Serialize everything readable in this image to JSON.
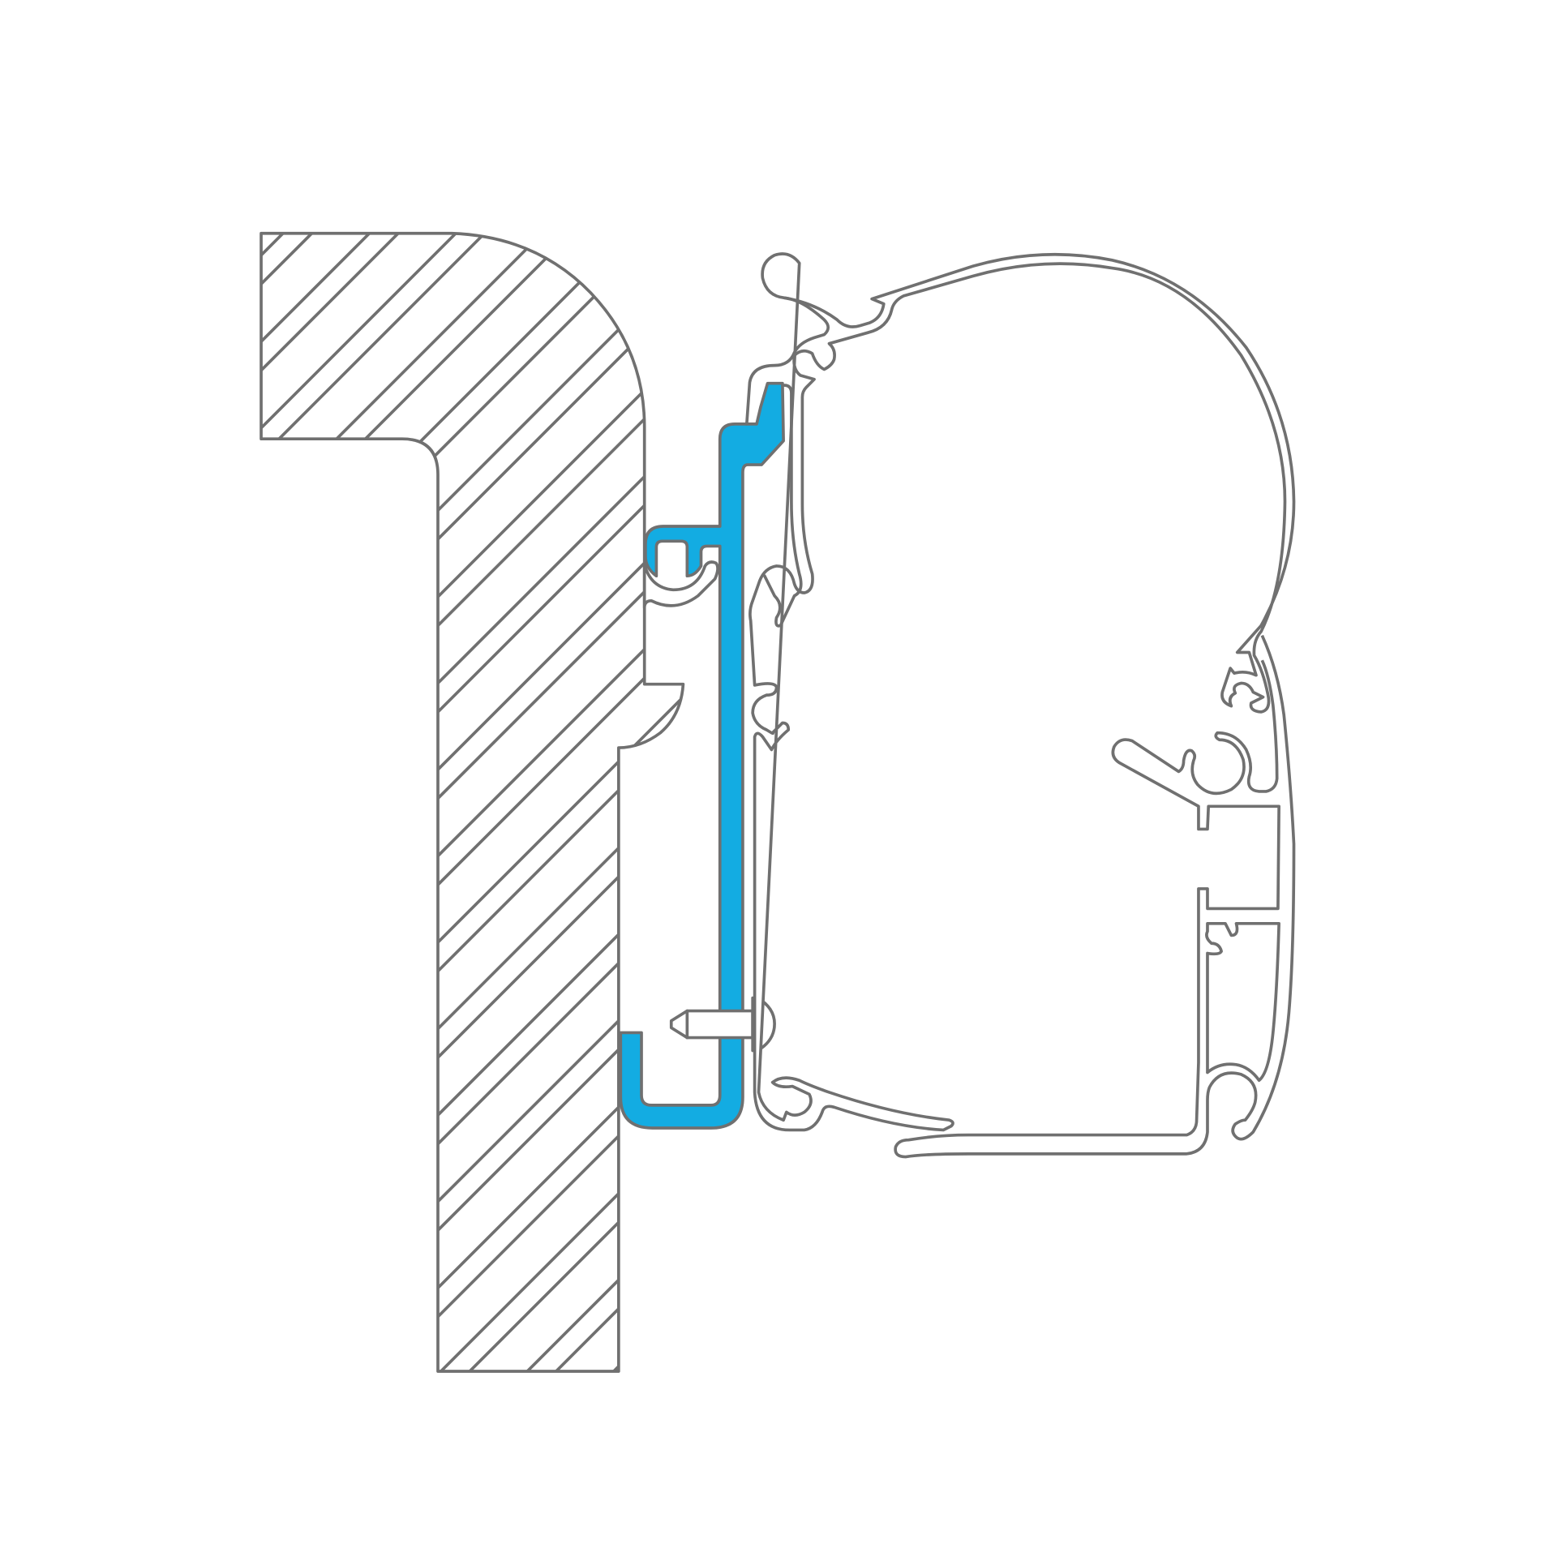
{
  "diagram": {
    "description_free": true,
    "colors": {
      "outline": "#707070",
      "adapter_highlight": "#13ace2",
      "background": "#ffffff"
    },
    "parts": [
      {
        "id": "wall",
        "style": "hatched-section"
      },
      {
        "id": "adapter-rail",
        "style": "highlighted"
      },
      {
        "id": "awning-profile",
        "style": "outline"
      },
      {
        "id": "screw",
        "style": "outline"
      }
    ]
  }
}
